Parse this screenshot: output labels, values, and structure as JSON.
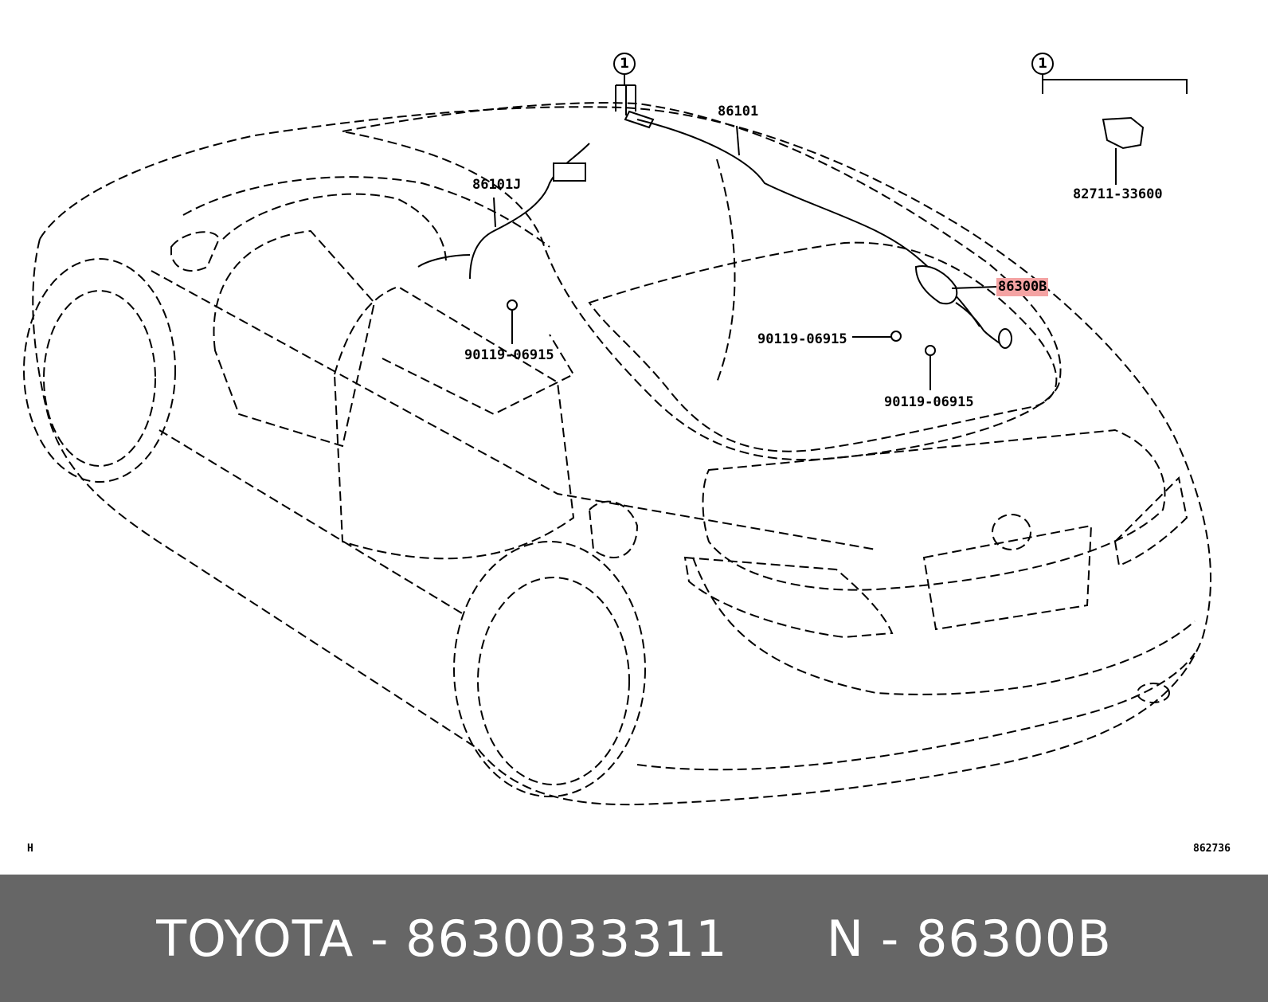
{
  "diagram": {
    "callouts": {
      "left": "1",
      "right": "1"
    },
    "labels": {
      "harness_86101": "86101",
      "harness_86101j": "86101J",
      "antenna_86300b": "86300B",
      "clip_82711": "82711-33600",
      "bolt_upper_right": "90119-06915",
      "bolt_lower_right": "90119-06915",
      "bolt_center": "90119-06915"
    },
    "corner_left": "H",
    "corner_right": "862736",
    "highlight_color": "#f4a3a3"
  },
  "footer": {
    "brand": "TOYOTA",
    "separator": " - ",
    "part_number": "8630033311",
    "ref_prefix": "N",
    "ref_code": "86300B",
    "background": "#666666"
  }
}
